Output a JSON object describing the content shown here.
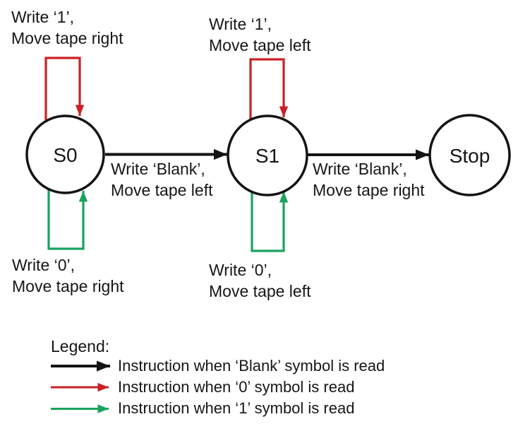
{
  "diagram": {
    "states": [
      {
        "label": "S0"
      },
      {
        "label": "S1"
      },
      {
        "label": "Stop"
      }
    ],
    "labels": {
      "s0_red": {
        "line1": "Write ‘1’,",
        "line2": "Move tape right"
      },
      "s1_red": {
        "line1": "Write ‘1’,",
        "line2": "Move tape left"
      },
      "s0_green": {
        "line1": "Write ‘0’,",
        "line2": "Move tape right"
      },
      "s1_green": {
        "line1": "Write ‘0’,",
        "line2": "Move tape left"
      },
      "s0_to_s1": {
        "line1": "Write ‘Blank’,",
        "line2": "Move tape left"
      },
      "s1_to_stop": {
        "line1": "Write ‘Blank’,",
        "line2": "Move tape right"
      }
    }
  },
  "legend": {
    "title": "Legend:",
    "items": [
      {
        "color": "#141414",
        "text": "Instruction when ‘Blank’ symbol is read"
      },
      {
        "color": "#C92125",
        "text": "Instruction when ‘0’ symbol is read"
      },
      {
        "color": "#1AA35D",
        "text": "Instruction when ‘1’ symbol is read"
      }
    ]
  },
  "colors": {
    "black": "#141414",
    "red": "#C92125",
    "green": "#1AA35D"
  }
}
